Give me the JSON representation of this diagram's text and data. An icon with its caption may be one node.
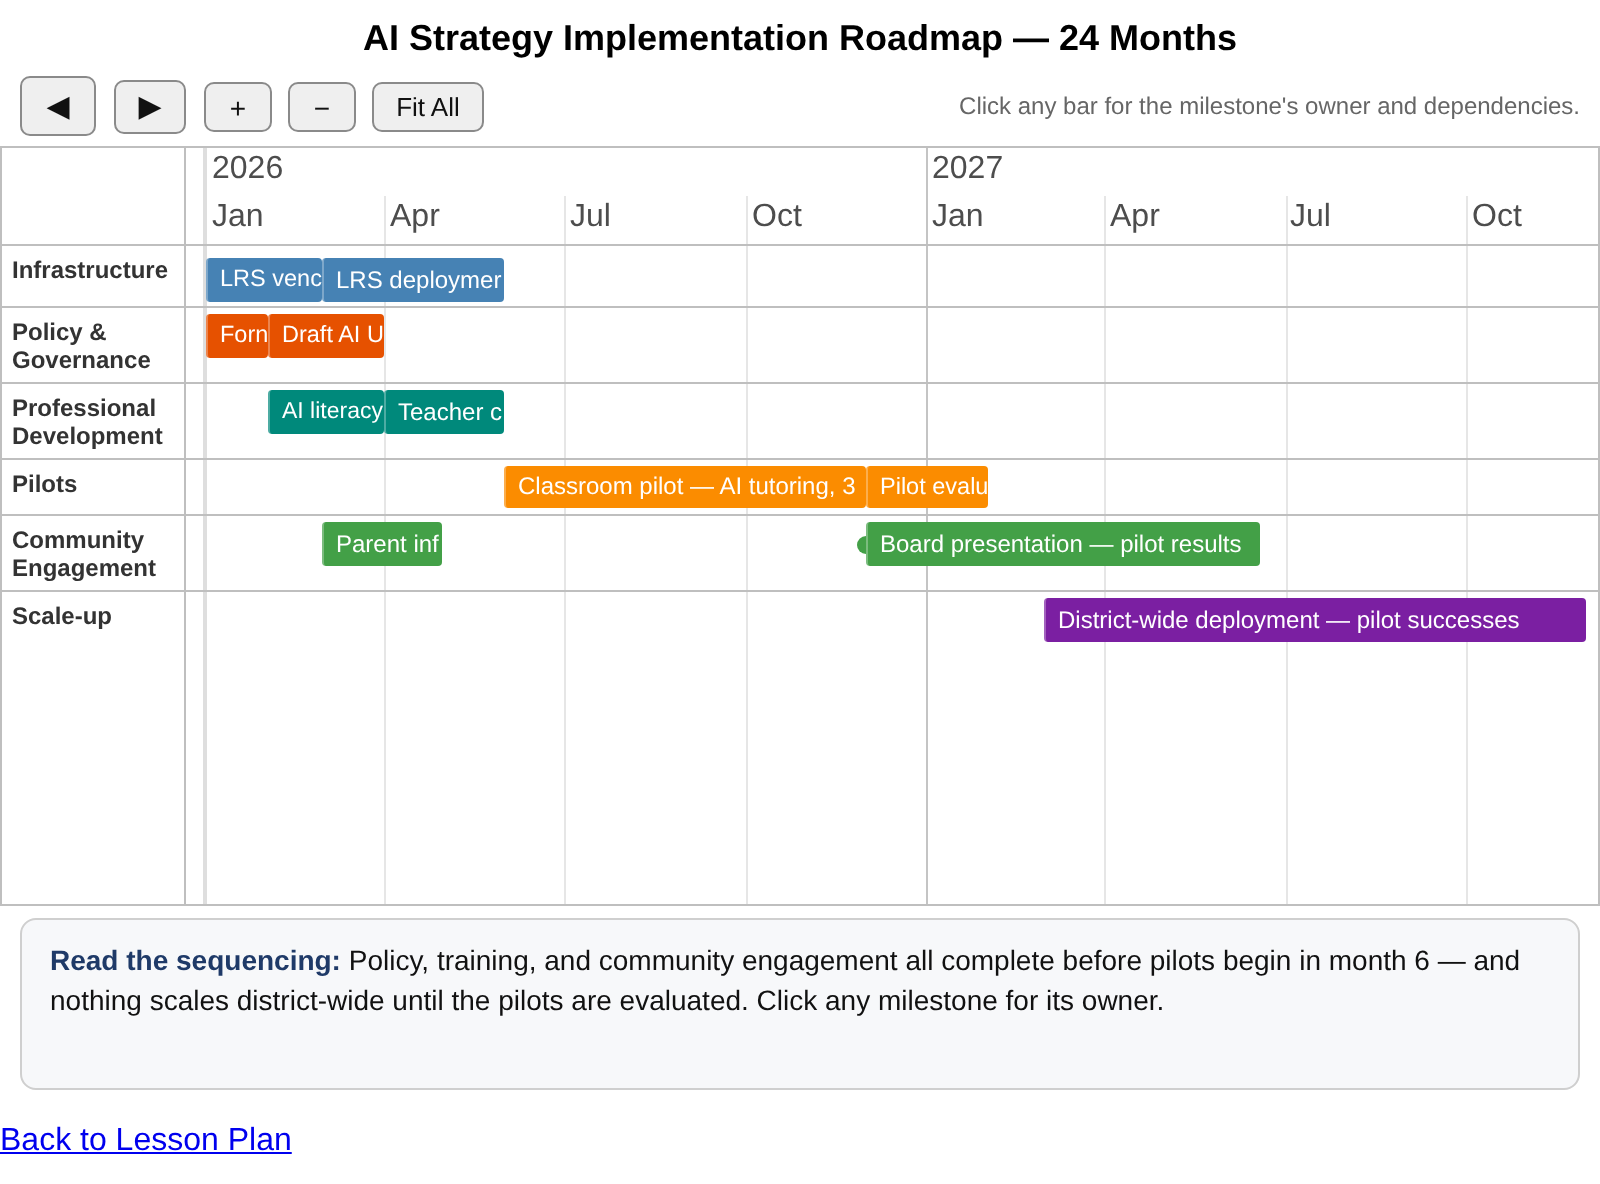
{
  "diagram": {
    "title": "AI Strategy Implementation Roadmap — 24 Months",
    "nodes": [
      {
        "text": [
          "◀"
        ]
      },
      {
        "text": [
          "▶"
        ]
      },
      {
        "text": [
          "+"
        ]
      },
      {
        "text": [
          "−"
        ]
      },
      {
        "text": [
          "Fit All"
        ]
      },
      {
        "text": [
          "LRS venc"
        ]
      },
      {
        "text": [
          "LRS deploymer"
        ]
      },
      {
        "text": [
          "Forn"
        ]
      },
      {
        "text": [
          "Draft AI U"
        ]
      },
      {
        "text": [
          "AI literacy"
        ]
      },
      {
        "text": [
          "Teacher c"
        ]
      },
      {
        "text": [
          "Classroom pilot — AI tutoring, 3"
        ]
      },
      {
        "text": [
          "Pilot evalu"
        ]
      },
      {
        "text": [
          "Parent inf"
        ]
      },
      {
        "text": [
          "Board presentation — pilot results"
        ]
      },
      {
        "text": [
          "District-wide deployment — pilot successes"
        ]
      },
      {
        "text": [
          "**Read the sequencing:** Policy, training, and community engagement all complete before pilots begin in month 6 — and nothing scales district-wide until the pilots are evaluated. Click any milestone for its owner."
        ]
      }
    ],
    "labels": [
      "Click any bar for the milestone's owner and dependencies.",
      "2026",
      "2027",
      "Jan",
      "Apr",
      "Jul",
      "Oct",
      "Jan",
      "Apr",
      "Jul",
      "Oct",
      "Infrastructure",
      "Policy & Governance",
      "Professional Development",
      "Pilots",
      "Community Engagement",
      "Scale-up",
      "Back to Lesson Plan"
    ]
  }
}
